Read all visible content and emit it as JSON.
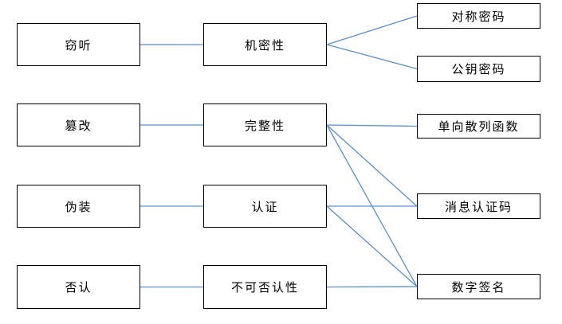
{
  "diagram": {
    "nodes": {
      "eavesdropping": {
        "label": "窃听"
      },
      "tampering": {
        "label": "篡改"
      },
      "spoofing": {
        "label": "伪装"
      },
      "repudiation": {
        "label": "否认"
      },
      "confidentiality": {
        "label": "机密性"
      },
      "integrity": {
        "label": "完整性"
      },
      "authentication": {
        "label": "认证"
      },
      "non_repudiation": {
        "label": "不可否认性"
      },
      "symmetric_cipher": {
        "label": "对称密码"
      },
      "public_key_cipher": {
        "label": "公钥密码"
      },
      "one_way_hash": {
        "label": "单向散列函数"
      },
      "mac": {
        "label": "消息认证码"
      },
      "digital_signature": {
        "label": "数字签名"
      }
    },
    "edges": [
      [
        "eavesdropping",
        "confidentiality"
      ],
      [
        "tampering",
        "integrity"
      ],
      [
        "spoofing",
        "authentication"
      ],
      [
        "repudiation",
        "non_repudiation"
      ],
      [
        "confidentiality",
        "symmetric_cipher"
      ],
      [
        "confidentiality",
        "public_key_cipher"
      ],
      [
        "integrity",
        "one_way_hash"
      ],
      [
        "integrity",
        "mac"
      ],
      [
        "integrity",
        "digital_signature"
      ],
      [
        "authentication",
        "mac"
      ],
      [
        "authentication",
        "digital_signature"
      ],
      [
        "non_repudiation",
        "digital_signature"
      ]
    ],
    "colors": {
      "connector": "#5b8fce",
      "box_border": "#000000",
      "background": "#ffffff"
    }
  }
}
